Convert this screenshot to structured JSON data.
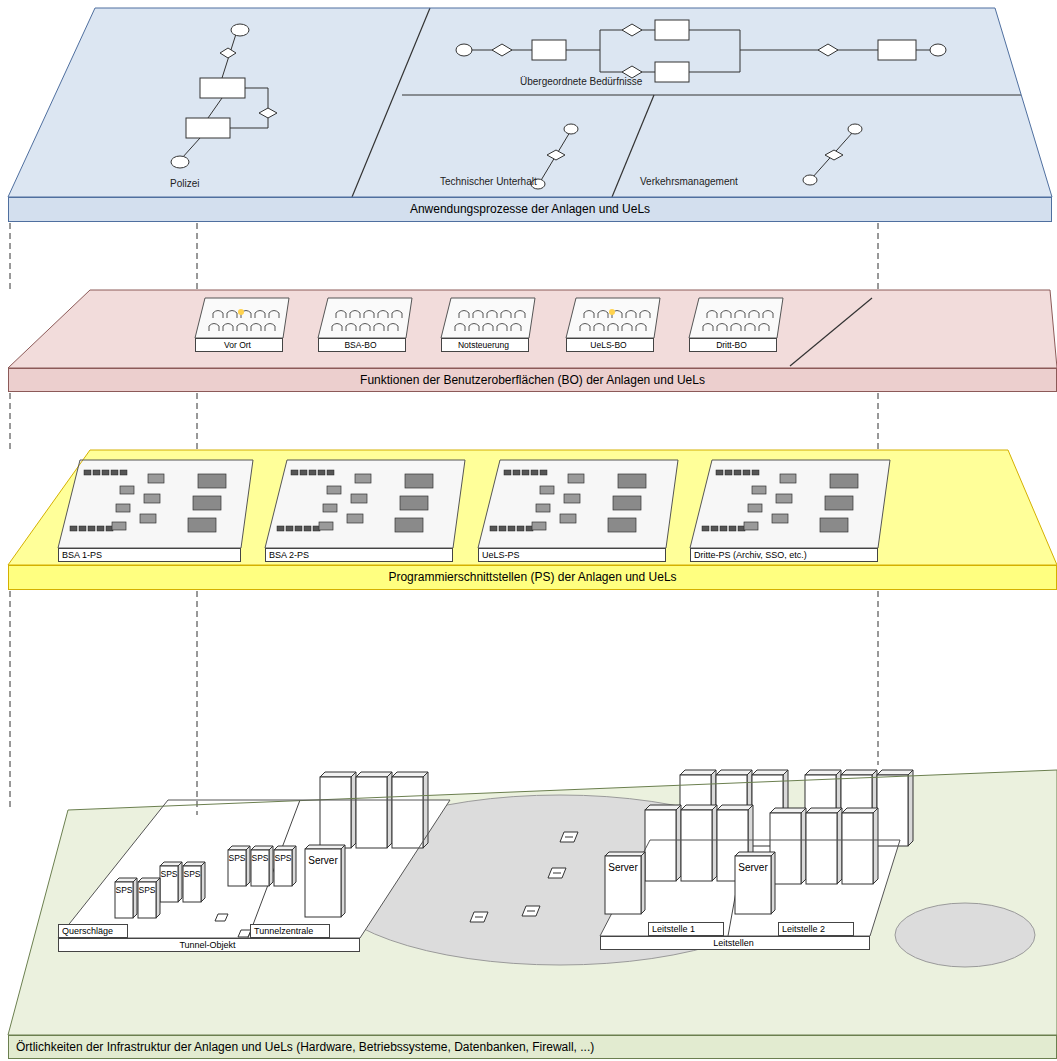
{
  "diagram": {
    "nodes": [
      {
        "text": [
          "Anwendungsprozesse der Anlagen und UeLs"
        ]
      },
      {
        "text": [
          "Funktionen der Benutzeroberflächen (BO) der Anlagen und UeLs"
        ]
      },
      {
        "text": [
          "Vor Ort"
        ],
        "in": 1
      },
      {
        "text": [
          "BSA-BO"
        ],
        "in": 1
      },
      {
        "text": [
          "Notsteuerung"
        ],
        "in": 1
      },
      {
        "text": [
          "UeLS-BO"
        ],
        "in": 1
      },
      {
        "text": [
          "Dritt-BO"
        ],
        "in": 1
      },
      {
        "text": [
          "Programmierschnittstellen (PS) der Anlagen und UeLs"
        ]
      },
      {
        "text": [
          "BSA 1-PS"
        ],
        "in": 7
      },
      {
        "text": [
          "BSA 2-PS"
        ],
        "in": 7
      },
      {
        "text": [
          "UeLS-PS"
        ],
        "in": 7
      },
      {
        "text": [
          "Dritte-PS (Archiv, SSO, etc.)"
        ],
        "in": 7
      },
      {
        "text": [
          "Örtlichkeiten der Infrastruktur der Anlagen und UeLs (Hardware, Betriebssysteme, Datenbanken, Firewall, ...)"
        ]
      },
      {
        "text": [
          "Tunnel-Objekt"
        ],
        "in": 12
      },
      {
        "text": [
          "Querschläge"
        ],
        "in": 13
      },
      {
        "text": [
          "Tunnelzentrale"
        ],
        "in": 13
      },
      {
        "text": [
          "SPS"
        ],
        "in": 14
      },
      {
        "text": [
          "SPS"
        ],
        "in": 14
      },
      {
        "text": [
          "SPS"
        ],
        "in": 14
      },
      {
        "text": [
          "SPS"
        ],
        "in": 14
      },
      {
        "text": [
          "SPS"
        ],
        "in": 14
      },
      {
        "text": [
          "SPS"
        ],
        "in": 14
      },
      {
        "text": [
          "SPS"
        ],
        "in": 14
      },
      {
        "text": [
          "Server"
        ],
        "in": 15
      },
      {
        "text": [
          "Leitstellen"
        ],
        "in": 12
      },
      {
        "text": [
          "Leitstelle 1"
        ],
        "in": 24
      },
      {
        "text": [
          "Leitstelle 2"
        ],
        "in": 24
      },
      {
        "text": [
          "Server"
        ],
        "in": 25
      },
      {
        "text": [
          "Server"
        ],
        "in": 26
      }
    ],
    "labels": [
      "Polizei",
      "Übergeordnete Bedürfnisse",
      "Technischer Unterhalt",
      "Verkehrsmanagement"
    ]
  }
}
